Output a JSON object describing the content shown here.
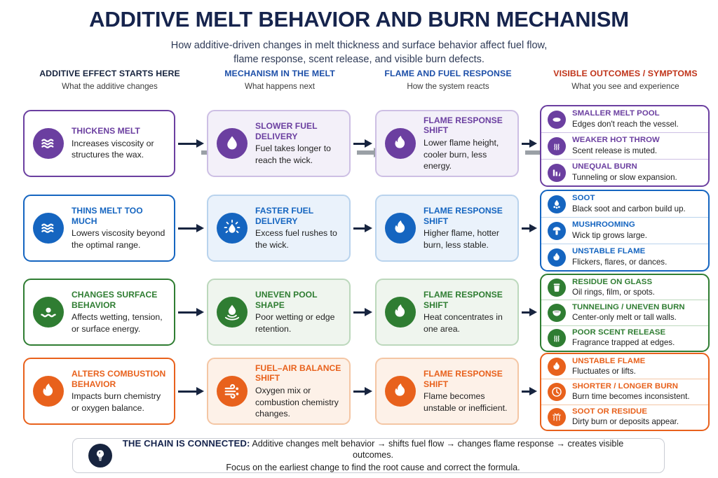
{
  "header": {
    "title": "Additive Melt Behavior and Burn Mechanism",
    "subtitle_line1": "How additive-driven changes in melt thickness and surface behavior affect fuel flow,",
    "subtitle_line2": "flame response, scent release, and visible burn defects."
  },
  "column_headers": [
    {
      "title": "ADDITIVE EFFECT STARTS HERE",
      "subtitle": "What the additive changes",
      "color": "#17243f"
    },
    {
      "title": "MECHANISM IN THE MELT",
      "subtitle": "What happens next",
      "color": "#1d4fa8"
    },
    {
      "title": "FLAME AND FUEL RESPONSE",
      "subtitle": "How the system reacts",
      "color": "#1d4fa8"
    },
    {
      "title": "VISIBLE OUTCOMES / SYMPTOMS",
      "subtitle": "What you see and experience",
      "color": "#c0341a"
    }
  ],
  "colors": {
    "purple": "#6b3fa0",
    "blue": "#1565c0",
    "green": "#2f7d32",
    "orange": "#e8611c",
    "navy": "#17243f",
    "arrow_grey": "#9aa0a6"
  },
  "rows": [
    {
      "accent": "#6b3fa0",
      "card_bg": "#ffffff",
      "mid_bg": "#f3f0f9",
      "border_soft": "#cdbfe4",
      "stage1": {
        "icon": "waves-icon",
        "title": "THICKENS MELT",
        "desc": "Increases viscosity or structures the wax."
      },
      "stage2": {
        "icon": "droplet-icon",
        "title": "SLOWER FUEL DELIVERY",
        "desc": "Fuel takes longer to reach the wick."
      },
      "stage3": {
        "icon": "flame-icon",
        "title": "FLAME RESPONSE SHIFT",
        "desc": "Lower flame height, cooler burn, less energy."
      },
      "outcomes": [
        {
          "icon": "melt-pool-icon",
          "title": "SMALLER MELT POOL",
          "desc": "Edges don't reach the vessel."
        },
        {
          "icon": "scent-waves-icon",
          "title": "WEAKER HOT THROW",
          "desc": "Scent release is muted."
        },
        {
          "icon": "bar-chart-icon",
          "title": "UNEQUAL BURN",
          "desc": "Tunneling or slow expansion."
        }
      ]
    },
    {
      "accent": "#1565c0",
      "card_bg": "#ffffff",
      "mid_bg": "#eaf2fb",
      "border_soft": "#b9d3ed",
      "stage1": {
        "icon": "waves-icon",
        "title": "THINS MELT TOO MUCH",
        "desc": "Lowers viscosity beyond the optimal range."
      },
      "stage2": {
        "icon": "splash-droplet-icon",
        "title": "FASTER FUEL DELIVERY",
        "desc": "Excess fuel rushes to the wick."
      },
      "stage3": {
        "icon": "flame-icon",
        "title": "FLAME RESPONSE SHIFT",
        "desc": "Higher flame, hotter burn, less stable."
      },
      "outcomes": [
        {
          "icon": "soot-icon",
          "title": "SOOT",
          "desc": "Black soot and carbon build up."
        },
        {
          "icon": "mushroom-icon",
          "title": "MUSHROOMING",
          "desc": "Wick tip grows large."
        },
        {
          "icon": "flame-icon",
          "title": "UNSTABLE FLAME",
          "desc": "Flickers, flares, or dances."
        }
      ]
    },
    {
      "accent": "#2f7d32",
      "card_bg": "#ffffff",
      "mid_bg": "#eff5ee",
      "border_soft": "#bcd8bc",
      "stage1": {
        "icon": "surface-tension-icon",
        "title": "CHANGES SURFACE BEHAVIOR",
        "desc": "Affects wetting, tension, or surface energy."
      },
      "stage2": {
        "icon": "ripple-droplet-icon",
        "title": "UNEVEN POOL SHAPE",
        "desc": "Poor wetting or edge retention."
      },
      "stage3": {
        "icon": "flame-icon",
        "title": "FLAME RESPONSE SHIFT",
        "desc": "Heat concentrates in one area."
      },
      "outcomes": [
        {
          "icon": "jar-icon",
          "title": "RESIDUE ON GLASS",
          "desc": "Oil rings, film, or spots."
        },
        {
          "icon": "bowl-icon",
          "title": "TUNNELING / UNEVEN BURN",
          "desc": "Center-only melt or tall walls."
        },
        {
          "icon": "scent-waves-icon",
          "title": "POOR SCENT RELEASE",
          "desc": "Fragrance trapped at edges."
        }
      ]
    },
    {
      "accent": "#e8611c",
      "card_bg": "#ffffff",
      "mid_bg": "#fdf1e8",
      "border_soft": "#f4c6a4",
      "stage1": {
        "icon": "flame-icon",
        "title": "ALTERS COMBUSTION BEHAVIOR",
        "desc": "Impacts burn chemistry or oxygen balance."
      },
      "stage2": {
        "icon": "airflow-icon",
        "title": "FUEL–AIR BALANCE SHIFT",
        "desc": "Oxygen mix or combustion chemistry changes."
      },
      "stage3": {
        "icon": "flame-icon",
        "title": "FLAME RESPONSE SHIFT",
        "desc": "Flame becomes unstable or inefficient."
      },
      "outcomes": [
        {
          "icon": "flame-icon",
          "title": "UNSTABLE FLAME",
          "desc": "Fluctuates or lifts."
        },
        {
          "icon": "clock-icon",
          "title": "SHORTER / LONGER BURN",
          "desc": "Burn time becomes inconsistent."
        },
        {
          "icon": "soot-residue-icon",
          "title": "SOOT OR RESIDUE",
          "desc": "Dirty burn or deposits appear."
        }
      ]
    }
  ],
  "footer": {
    "icon": "lightbulb-icon",
    "lead": "The chain is connected:",
    "line1": " Additive changes melt behavior → shifts fuel flow → changes flame response → creates visible outcomes.",
    "line2": "Focus on the earliest change to find the root cause and correct the formula."
  }
}
